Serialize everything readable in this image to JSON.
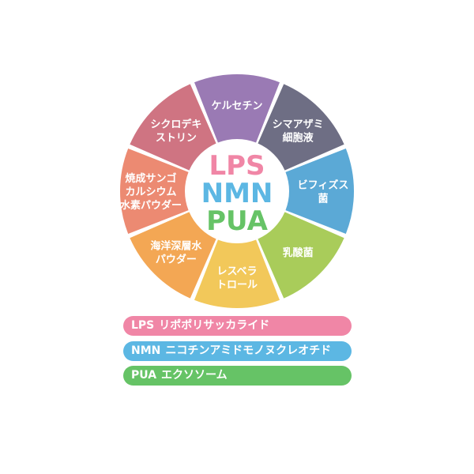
{
  "colors": {
    "lps": "#f086a6",
    "nmn": "#5cb7e3",
    "pua": "#66c366"
  },
  "center": {
    "line1": "LPS",
    "line2": "NMN",
    "line3": "PUA"
  },
  "segments": [
    {
      "lines": [
        "ケルセチン"
      ],
      "color": "#9a7ab4"
    },
    {
      "lines": [
        "シマアザミ",
        "細胞液"
      ],
      "color": "#6e6e84"
    },
    {
      "lines": [
        "ビフィズス",
        "菌"
      ],
      "color": "#5ba9d6"
    },
    {
      "lines": [
        "乳酸菌"
      ],
      "color": "#a9cc5a"
    },
    {
      "lines": [
        "レスベラ",
        "トロール"
      ],
      "color": "#f2c85a"
    },
    {
      "lines": [
        "海洋深層水",
        "パウダー"
      ],
      "color": "#f3a754"
    },
    {
      "lines": [
        "焼成サンゴ",
        "カルシウム",
        "水素パウダー"
      ],
      "color": "#ec8a72"
    },
    {
      "lines": [
        "シクロデキ",
        "ストリン"
      ],
      "color": "#cf7482"
    }
  ],
  "legend": [
    {
      "abbr": "LPS",
      "text": "リポポリサッカライド",
      "color": "#f086a6"
    },
    {
      "abbr": "NMN",
      "text": "ニコチンアミドモノヌクレオチド",
      "color": "#5cb7e3"
    },
    {
      "abbr": "PUA",
      "text": "エクソソーム",
      "color": "#66c366"
    }
  ]
}
